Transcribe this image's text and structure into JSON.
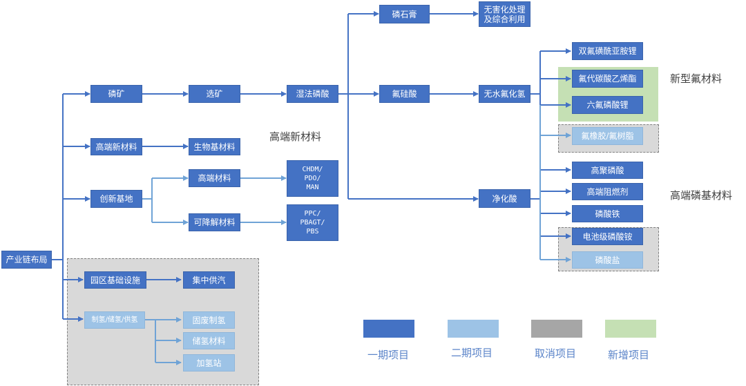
{
  "nodes": {
    "root": "产业链布局",
    "phos_ore": "磷矿",
    "beneficiation": "选矿",
    "wet_acid": "湿法磷酸",
    "phosphogypsum": "磷石膏",
    "harmless": "无害化处理\n及综合利用",
    "fluosilicic": "氟硅酸",
    "anhydrous_hf": "无水氟化氢",
    "lifsi": "双氟磺酰亚胺锂",
    "fec": "氟代碳酸乙烯酯",
    "lipf6": "六氟磷酸锂",
    "fluoro_rubber": "氟橡胶/氟树脂",
    "purified_acid": "净化酸",
    "poly_acid": "高聚磷酸",
    "flame_retardant": "高端阻燃剂",
    "iron_phosphate": "磷酸铁",
    "battery_amp": "电池级磷酸铵",
    "phosphate_salt": "磷酸盐",
    "hi_new_material": "高端新材料",
    "bio_material": "生物基材料",
    "innovation_base": "创新基地",
    "hi_material": "高端材料",
    "chdm": "CHDM/\nPDO/\nMAN",
    "degradable": "可降解材料",
    "ppc": "PPC/\nPBAGT/\nPBS",
    "park_infra": "园区基础设施",
    "central_steam": "集中供汽",
    "hydrogen": "制氢/储氢/供氢",
    "solid_waste_h2": "固废制氢",
    "h2_storage": "储氢材料",
    "h2_station": "加氢站"
  },
  "labels": {
    "high_end_new_materials": "高端新材料",
    "new_fluorine_materials": "新型氟材料",
    "high_end_phosphorus_materials": "高端磷基材料"
  },
  "legend": [
    {
      "label": "一期项目",
      "color": "#4472c4",
      "text_color": "#5b84c9"
    },
    {
      "label": "二期项目",
      "color": "#9dc3e6",
      "text_color": "#5b84c9"
    },
    {
      "label": "取消项目",
      "color": "#a6a6a6",
      "text_color": "#5b84c9"
    },
    {
      "label": "新增项目",
      "color": "#c5e0b4",
      "text_color": "#5b84c9"
    }
  ],
  "colors": {
    "phase1": "#4472c4",
    "phase2": "#9dc3e6",
    "cancelled_region": "#d9d9d9",
    "added_region": "#c5e0b4"
  }
}
